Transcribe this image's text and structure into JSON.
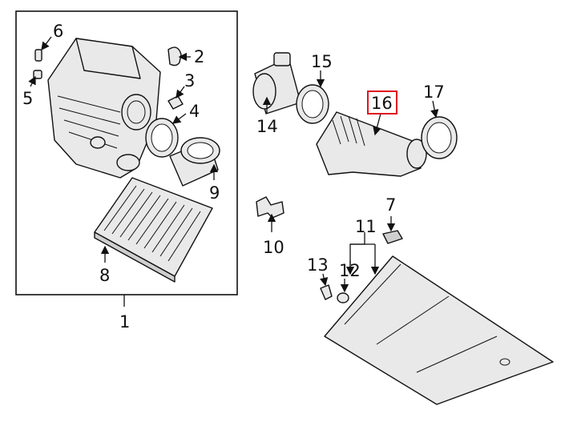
{
  "callouts": {
    "c1": "1",
    "c2": "2",
    "c3": "3",
    "c4": "4",
    "c5": "5",
    "c6": "6",
    "c7": "7",
    "c8": "8",
    "c9": "9",
    "c10": "10",
    "c11": "11",
    "c12": "12",
    "c13": "13",
    "c14": "14",
    "c15": "15",
    "c16": "16",
    "c17": "17"
  },
  "highlighted_part": "16",
  "colors": {
    "highlight": "#e0141e",
    "line": "#111111",
    "part_fill": "#e9e9e9"
  },
  "arrowhead_icon": "arrowhead-icon"
}
